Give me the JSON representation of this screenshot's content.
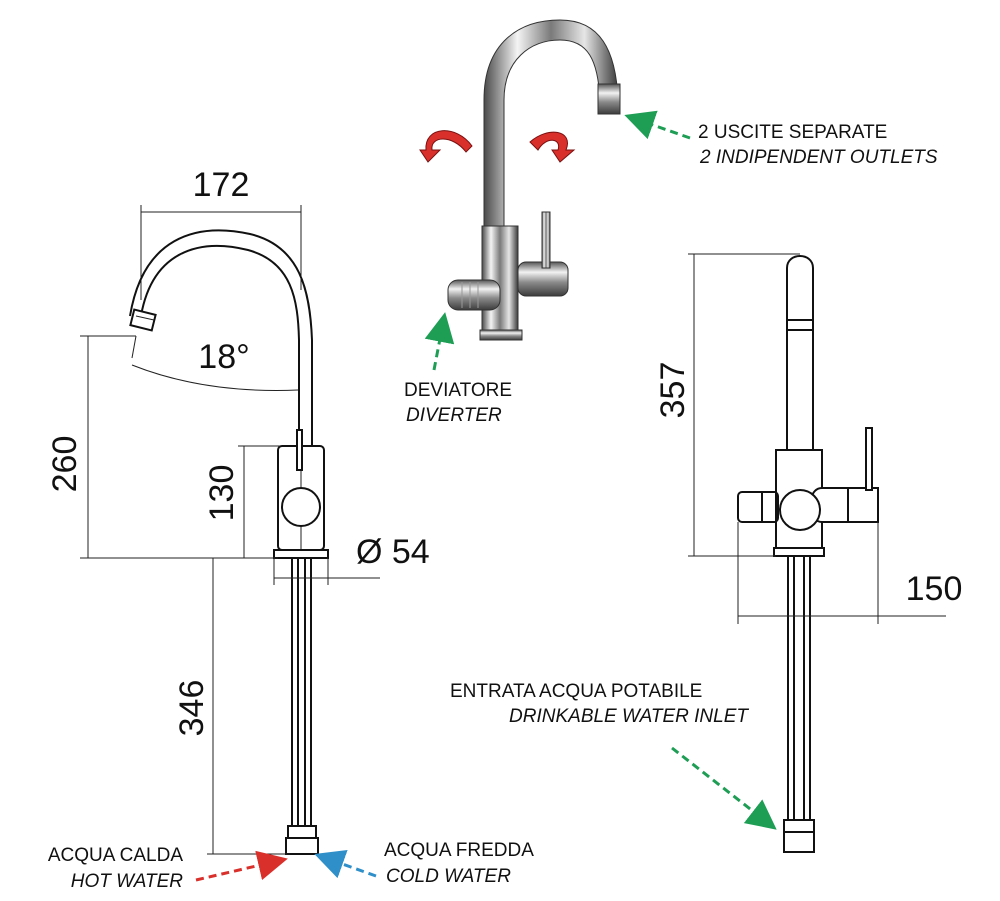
{
  "dimensions": {
    "spout_reach": "172",
    "swivel_angle": "18°",
    "spout_height": "260",
    "body_height": "130",
    "base_diameter": "Ø 54",
    "hose_length": "346",
    "total_height": "357",
    "side_width": "150"
  },
  "labels": {
    "outlets_it": "2  USCITE  SEPARATE",
    "outlets_en": "2 INDIPENDENT OUTLETS",
    "diverter_it": "DEVIATORE",
    "diverter_en": "DIVERTER",
    "inlet_it": "ENTRATA ACQUA POTABILE",
    "inlet_en": "DRINKABLE WATER INLET",
    "hot_it": "ACQUA CALDA",
    "hot_en": "HOT WATER",
    "cold_it": "ACQUA FREDDA",
    "cold_en": "COLD WATER"
  },
  "colors": {
    "hot_arrow": "#d9302b",
    "cold_arrow": "#2f8fc9",
    "note_arrow": "#1e9e55",
    "rotation_arrow": "#d9302b"
  },
  "icons": {
    "rotation": "curved-rotation-arrow-icon",
    "pointer": "dashed-pointer-arrow-icon"
  }
}
